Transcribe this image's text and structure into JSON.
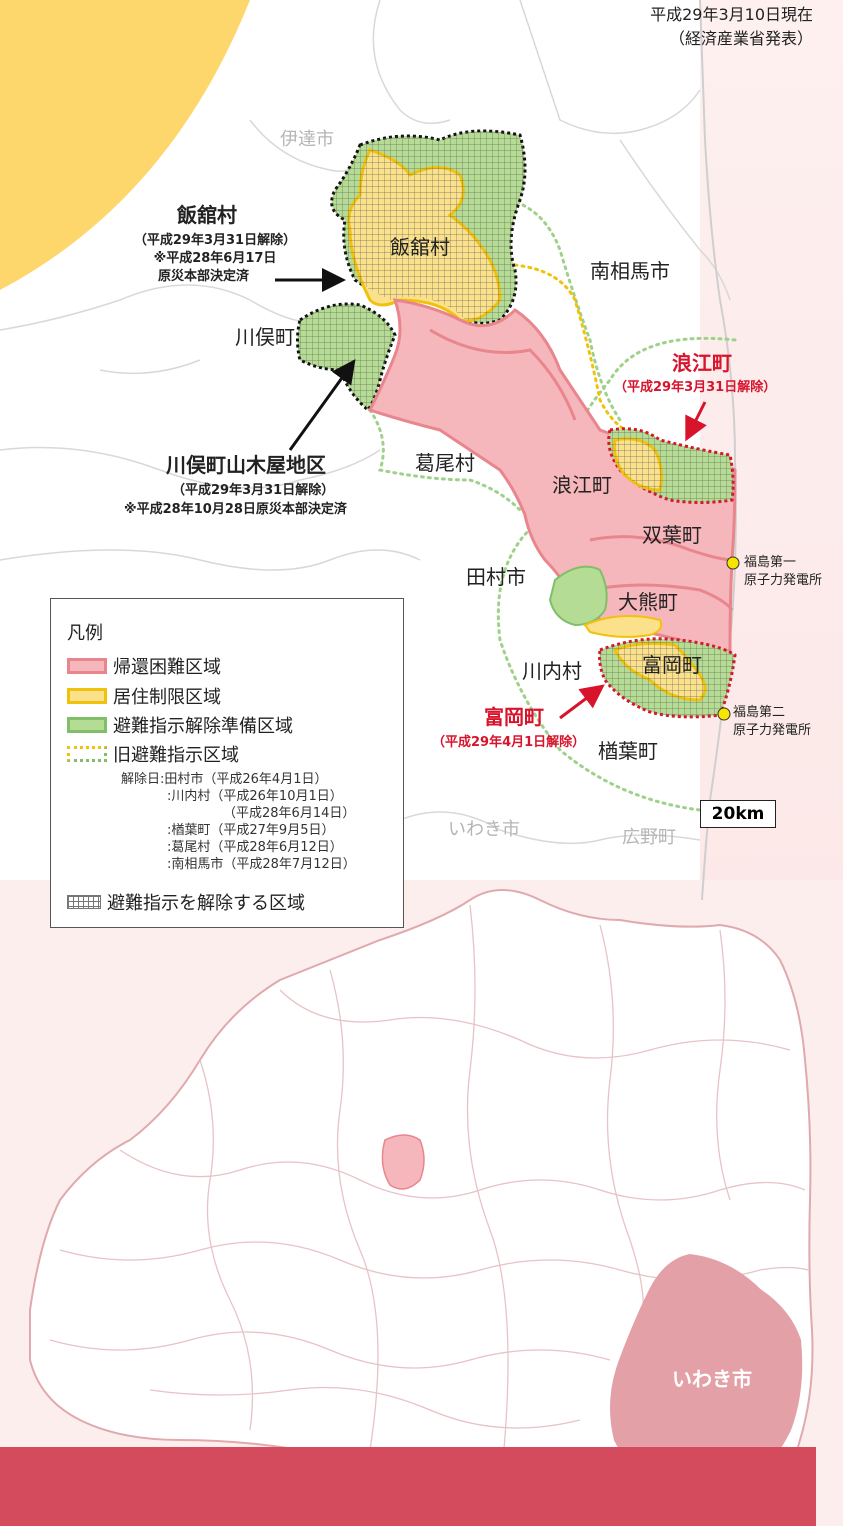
{
  "header": {
    "date": "平成29年3月10日現在",
    "source": "（経済産業省発表）"
  },
  "colors": {
    "pink_fill": "#f5b7bb",
    "pink_line": "#e9858c",
    "yellow_fill": "#fce18d",
    "yellow_line": "#f1c20b",
    "green_fill": "#b5dc95",
    "green_line": "#7fbf68",
    "red_line": "#d7142c",
    "banner": "#d44b5e",
    "iwaki_fill": "#e3a0a7"
  },
  "places": {
    "date_city": "伊達市",
    "minamisoma": "南相馬市",
    "iitate_area": "飯舘村",
    "kawamata": "川俣町",
    "katsurao": "葛尾村",
    "namie_area": "浪江町",
    "futaba": "双葉町",
    "tamura": "田村市",
    "okuma": "大熊町",
    "kawauchi": "川内村",
    "tomioka_area": "富岡町",
    "naraha": "楢葉町",
    "iwaki": "いわき市",
    "hirono": "広野町",
    "plant1_l1": "福島第一",
    "plant1_l2": "原子力発電所",
    "plant2_l1": "福島第二",
    "plant2_l2": "原子力発電所",
    "km": "20km",
    "iwaki_region": "いわき市"
  },
  "callouts": {
    "iitate_title": "飯舘村",
    "iitate_l1": "（平成29年3月31日解除）",
    "iitate_l2": "※平成28年6月17日",
    "iitate_l3": "原災本部決定済",
    "yamakiya_title": "川俣町山木屋地区",
    "yamakiya_l1": "（平成29年3月31日解除）",
    "yamakiya_l2": "※平成28年10月28日原災本部決定済",
    "namie_title": "浪江町",
    "namie_l1": "（平成29年3月31日解除）",
    "tomioka_title": "富岡町",
    "tomioka_l1": "（平成29年4月1日解除）"
  },
  "legend": {
    "title": "凡例",
    "items": [
      "帰還困難区域",
      "居住制限区域",
      "避難指示解除準備区域",
      "旧避難指示区域"
    ],
    "notes": [
      "解除日:田村市（平成26年4月1日）",
      ":川内村（平成26年10月1日）",
      "（平成28年6月14日）",
      ":楢葉町（平成27年9月5日）",
      ":葛尾村（平成28年6月12日）",
      ":南相馬市（平成28年7月12日）"
    ],
    "grid_item": "避難指示を解除する区域"
  }
}
